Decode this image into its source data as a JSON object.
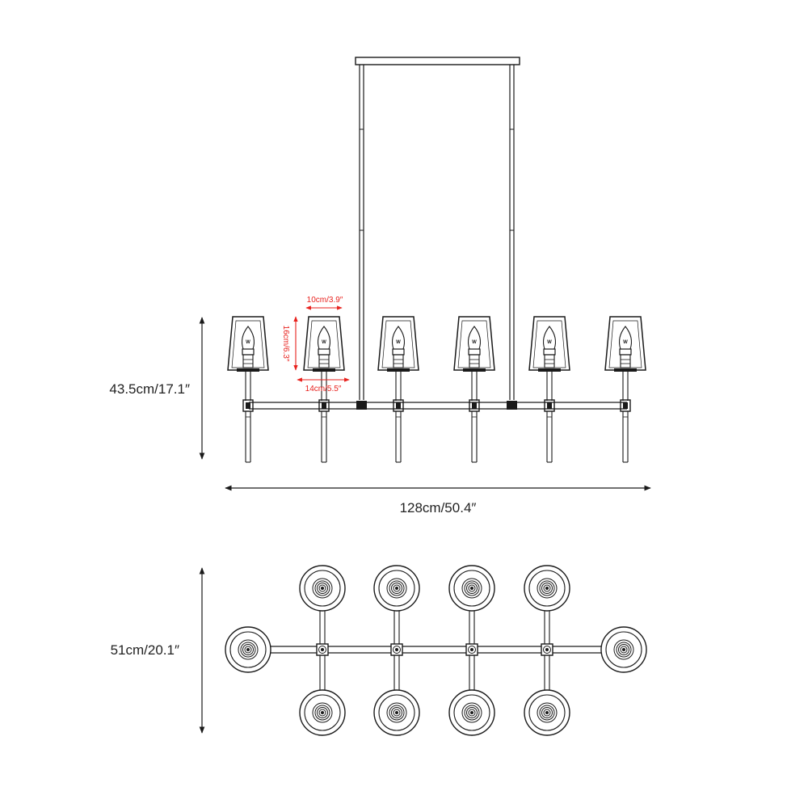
{
  "labels": {
    "overall_height": "43.5cm/17.1″",
    "overall_length": "128cm/50.4″",
    "overall_width": "51cm/20.1″",
    "shade_top_width": "10cm/3.9″",
    "shade_height": "16cm/6.3″",
    "shade_bottom_width": "14cm/5.5″",
    "bulb_mark": "W"
  },
  "colors": {
    "line": "#1a1a1a",
    "dimension_text": "#222222",
    "detail_dimension": "#e8211d",
    "background": "#ffffff"
  },
  "views": {
    "front": {
      "shade_count": 6
    },
    "top": {
      "cup_count": 10
    }
  }
}
